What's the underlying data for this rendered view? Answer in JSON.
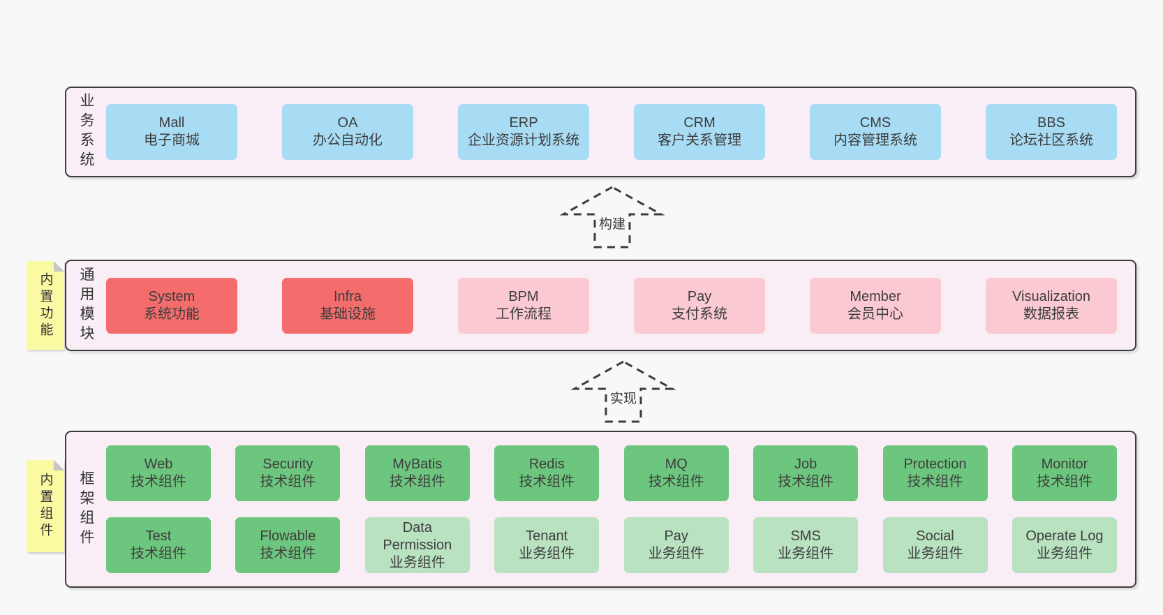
{
  "layers": [
    {
      "id": "business-systems",
      "label": "业务系统",
      "boxes": [
        {
          "name": "Mall",
          "desc": "电子商城",
          "variant": "blue"
        },
        {
          "name": "OA",
          "desc": "办公自动化",
          "variant": "blue"
        },
        {
          "name": "ERP",
          "desc": "企业资源计划系统",
          "variant": "blue"
        },
        {
          "name": "CRM",
          "desc": "客户关系管理",
          "variant": "blue"
        },
        {
          "name": "CMS",
          "desc": "内容管理系统",
          "variant": "blue"
        },
        {
          "name": "BBS",
          "desc": "论坛社区系统",
          "variant": "blue"
        }
      ]
    },
    {
      "id": "common-modules",
      "label": "通用模块",
      "note": "内置功能",
      "boxes": [
        {
          "name": "System",
          "desc": "系统功能",
          "variant": "red"
        },
        {
          "name": "Infra",
          "desc": "基础设施",
          "variant": "red"
        },
        {
          "name": "BPM",
          "desc": "工作流程",
          "variant": "pink"
        },
        {
          "name": "Pay",
          "desc": "支付系统",
          "variant": "pink"
        },
        {
          "name": "Member",
          "desc": "会员中心",
          "variant": "pink"
        },
        {
          "name": "Visualization",
          "desc": "数据报表",
          "variant": "pink"
        }
      ]
    },
    {
      "id": "framework-components",
      "label": "框架组件",
      "note": "内置组件",
      "rows": [
        [
          {
            "name": "Web",
            "desc": "技术组件",
            "variant": "green-dark"
          },
          {
            "name": "Security",
            "desc": "技术组件",
            "variant": "green-dark"
          },
          {
            "name": "MyBatis",
            "desc": "技术组件",
            "variant": "green-dark"
          },
          {
            "name": "Redis",
            "desc": "技术组件",
            "variant": "green-dark"
          },
          {
            "name": "MQ",
            "desc": "技术组件",
            "variant": "green-dark"
          },
          {
            "name": "Job",
            "desc": "技术组件",
            "variant": "green-dark"
          },
          {
            "name": "Protection",
            "desc": "技术组件",
            "variant": "green-dark"
          },
          {
            "name": "Monitor",
            "desc": "技术组件",
            "variant": "green-dark"
          }
        ],
        [
          {
            "name": "Test",
            "desc": "技术组件",
            "variant": "green-dark"
          },
          {
            "name": "Flowable",
            "desc": "技术组件",
            "variant": "green-dark"
          },
          {
            "name": "Data Permission",
            "desc": "业务组件",
            "variant": "green-light"
          },
          {
            "name": "Tenant",
            "desc": "业务组件",
            "variant": "green-light"
          },
          {
            "name": "Pay",
            "desc": "业务组件",
            "variant": "green-light"
          },
          {
            "name": "SMS",
            "desc": "业务组件",
            "variant": "green-light"
          },
          {
            "name": "Social",
            "desc": "业务组件",
            "variant": "green-light"
          },
          {
            "name": "Operate Log",
            "desc": "业务组件",
            "variant": "green-light"
          }
        ]
      ]
    }
  ],
  "arrows": [
    {
      "label": "构建"
    },
    {
      "label": "实现"
    }
  ],
  "colors": {
    "page_bg": "#f8f8f8",
    "layer_bg": "#f9eef6",
    "border": "#3c3c3c",
    "blue": "#a8dcf4",
    "red": "#f56c6c",
    "pink": "#fbc9d2",
    "green_dark": "#6dc67e",
    "green_light": "#b9e2c1",
    "note_yellow": "#fafaa3",
    "text": "#3d3d3d"
  }
}
